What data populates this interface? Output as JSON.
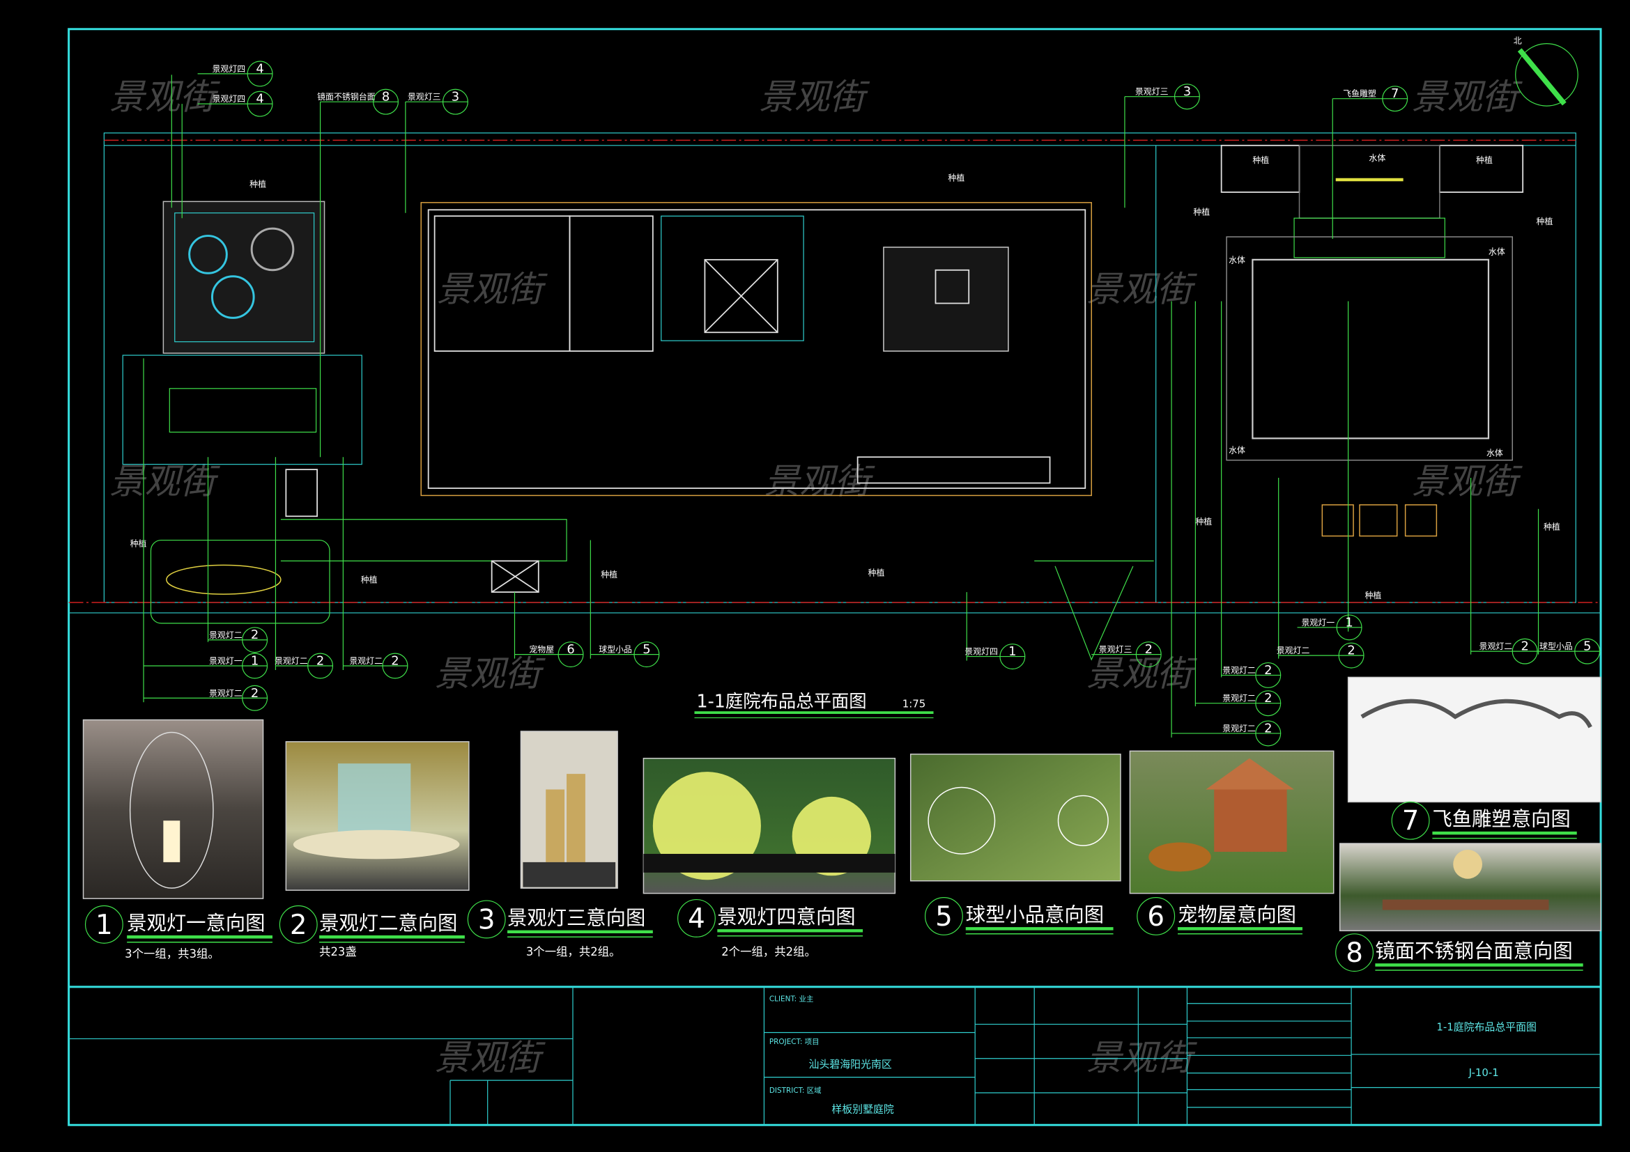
{
  "drawing_title": "1-1庭院布品总平面图",
  "scale": "1:75",
  "north_label": "北",
  "watermark": "景观街",
  "plan_labels": {
    "planting": "种植",
    "water": "水体"
  },
  "callouts": [
    {
      "label": "景观灯四",
      "num": "4"
    },
    {
      "label": "景观灯四",
      "num": "4"
    },
    {
      "label": "镜面不锈钢台面",
      "num": "8"
    },
    {
      "label": "景观灯三",
      "num": "3"
    },
    {
      "label": "景观灯三",
      "num": "3"
    },
    {
      "label": "飞鱼雕塑",
      "num": "7"
    },
    {
      "label": "景观灯二",
      "num": "2"
    },
    {
      "label": "景观灯一",
      "num": "1"
    },
    {
      "label": "景观灯二",
      "num": "2"
    },
    {
      "label": "景观灯二",
      "num": "2"
    },
    {
      "label": "景观灯二",
      "num": "2"
    },
    {
      "label": "宠物屋",
      "num": "6"
    },
    {
      "label": "球型小品",
      "num": "5"
    },
    {
      "label": "景观灯四",
      "num": "1"
    },
    {
      "label": "景观灯三",
      "num": "2"
    },
    {
      "label": "景观灯一",
      "num": "1"
    },
    {
      "label": "景观灯二",
      "num": "2"
    },
    {
      "label": "景观灯二",
      "num": "2"
    },
    {
      "label": "景观灯二",
      "num": "2"
    },
    {
      "label": "景观灯二",
      "num": "2"
    },
    {
      "label": "景观灯二",
      "num": "2"
    },
    {
      "label": "球型小品",
      "num": "5"
    }
  ],
  "references": [
    {
      "num": "1",
      "title": "景观灯一意向图",
      "note": "3个一组，共3组。"
    },
    {
      "num": "2",
      "title": "景观灯二意向图",
      "note": "共23盏"
    },
    {
      "num": "3",
      "title": "景观灯三意向图",
      "note": "3个一组，共2组。"
    },
    {
      "num": "4",
      "title": "景观灯四意向图",
      "note": "2个一组，共2组。"
    },
    {
      "num": "5",
      "title": "球型小品意向图"
    },
    {
      "num": "6",
      "title": "宠物屋意向图"
    },
    {
      "num": "7",
      "title": "飞鱼雕塑意向图"
    },
    {
      "num": "8",
      "title": "镜面不锈钢台面意向图"
    }
  ],
  "title_block": {
    "client_label": "CLIENT: 业主",
    "project_label": "PROJECT: 项目",
    "project_value": "汕头碧海阳光南区",
    "district_label": "DISTRICT: 区域",
    "district_value": "样板别墅庭院",
    "sheet_title": "1-1庭院布品总平面图",
    "sheet_number": "J-10-1"
  },
  "colors": {
    "frame": "#35e0e0",
    "callout": "#3fe04a",
    "background": "#000000"
  }
}
